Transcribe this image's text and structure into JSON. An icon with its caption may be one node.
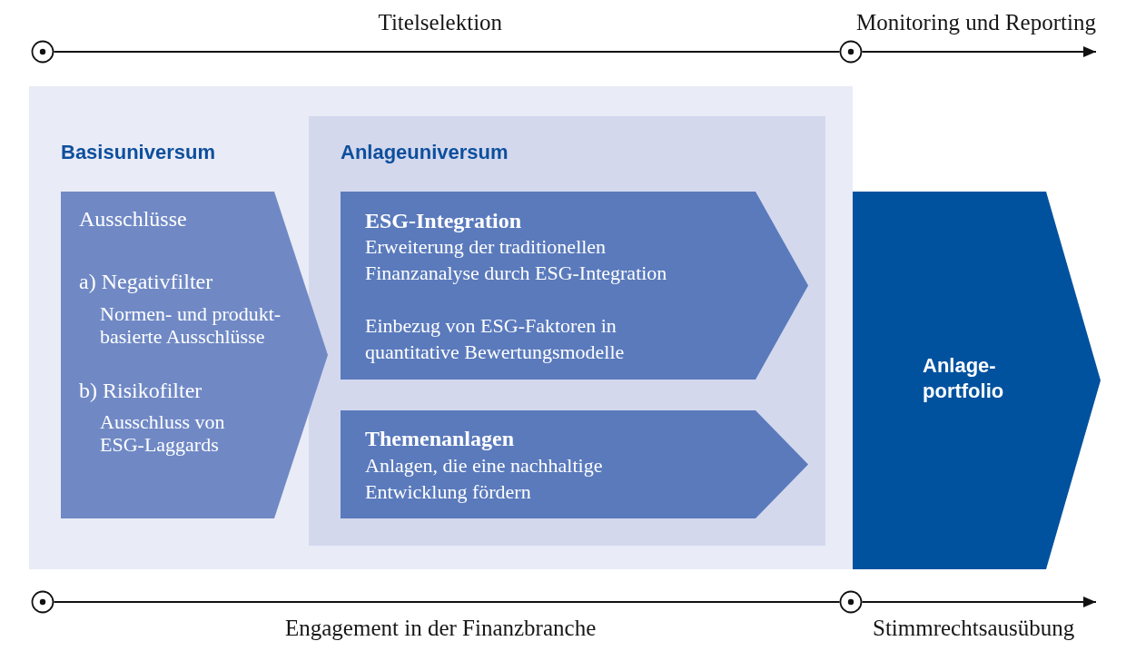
{
  "diagram": {
    "nodes": [
      {
        "text": [],
        "shape": "circle"
      },
      {
        "text": [],
        "shape": "circle"
      },
      {
        "text": [
          "Basisuniversum"
        ]
      },
      {
        "text": [
          "Ausschlüsse",
          "a) Negativfilter",
          "Normen- und produkt- basierte Ausschlüsse",
          "b) Risikofilter",
          "Ausschluss von ESG-Laggards"
        ],
        "in": 2
      },
      {
        "text": [
          "Anlageuniversum"
        ],
        "in": 2
      },
      {
        "text": [
          "ESG-Integration",
          "Erweiterung der traditionellen Finanzanalyse durch ESG-Integration",
          "Einbezug von ESG-Faktoren in quantitative Bewertungsmodelle"
        ],
        "in": 4
      },
      {
        "text": [
          "Themenanlagen",
          "Anlagen, die eine nachhaltige Entwicklung fördern"
        ],
        "in": 4
      },
      {
        "text": [
          "Anlage- portfolio"
        ]
      },
      {
        "text": [],
        "shape": "circle"
      },
      {
        "text": [],
        "shape": "circle"
      }
    ],
    "edges": [
      {
        "from": 0,
        "to": 1,
        "arrow": "none",
        "label": "Titelselektion"
      },
      {
        "from": 1,
        "to": null,
        "arrow": "to",
        "label": "Monitoring und Reporting"
      },
      {
        "from": 8,
        "to": 9,
        "arrow": "none",
        "label": "Engagement in der Finanzbranche"
      },
      {
        "from": 9,
        "to": null,
        "arrow": "to",
        "label": "Stimmrechtsausübung"
      }
    ]
  }
}
